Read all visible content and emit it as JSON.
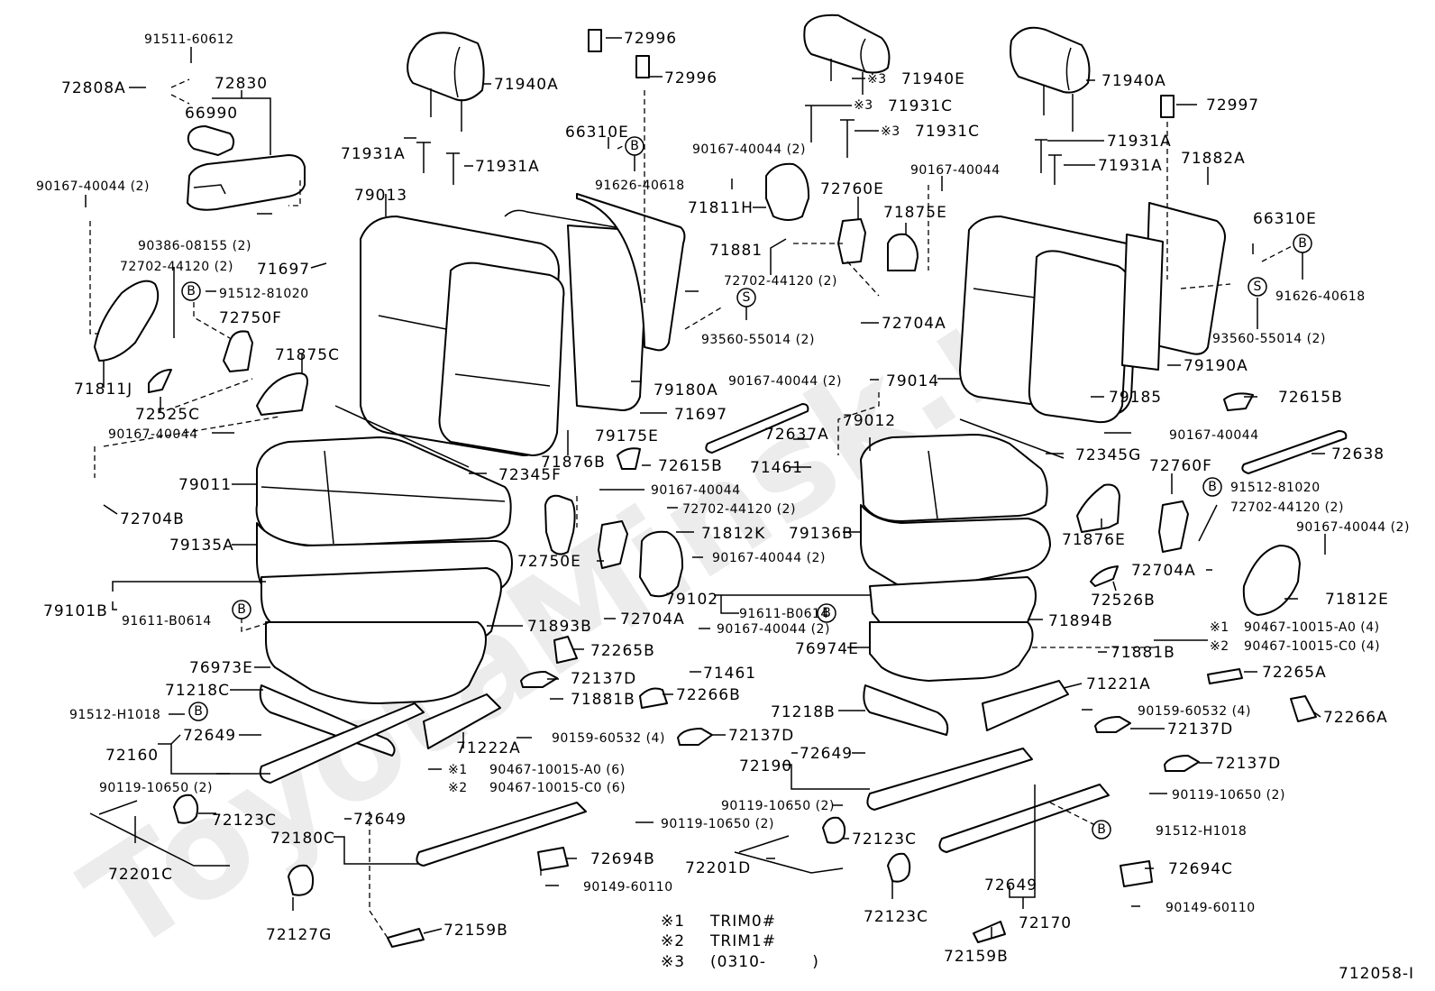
{
  "diagram": {
    "title": "Seat & Seat Track parts diagram",
    "watermark": "ToyotaMinsk.ru",
    "figure_id": "712058-I",
    "callout_symbols": {
      "B": "B",
      "S": "S"
    },
    "legend": [
      {
        "mark": "※1",
        "text": "TRIM0#"
      },
      {
        "mark": "※2",
        "text": "TRIM1#"
      },
      {
        "mark": "※3",
        "text": "(0310-        )"
      }
    ],
    "labels": [
      {
        "id": "l1",
        "text": "91511-60612"
      },
      {
        "id": "l2",
        "text": "72808A"
      },
      {
        "id": "l3",
        "text": "72830"
      },
      {
        "id": "l4",
        "text": "66990"
      },
      {
        "id": "l5",
        "text": "90167-40044 (2)"
      },
      {
        "id": "l6",
        "text": "90386-08155 (2)"
      },
      {
        "id": "l7",
        "text": "72702-44120 (2)"
      },
      {
        "id": "l8",
        "text": "71697"
      },
      {
        "id": "l9",
        "text": "91512-81020"
      },
      {
        "id": "l10",
        "text": "72750F"
      },
      {
        "id": "l11",
        "text": "71875C"
      },
      {
        "id": "l12",
        "text": "71811J"
      },
      {
        "id": "l13",
        "text": "72525C"
      },
      {
        "id": "l14",
        "text": "90167-40044"
      },
      {
        "id": "l15",
        "text": "79011"
      },
      {
        "id": "l16",
        "text": "72704B"
      },
      {
        "id": "l17",
        "text": "79135A"
      },
      {
        "id": "l18",
        "text": "79101B"
      },
      {
        "id": "l19",
        "text": "91611-B0614"
      },
      {
        "id": "l20",
        "text": "76973E"
      },
      {
        "id": "l21",
        "text": "71218C"
      },
      {
        "id": "l22",
        "text": "91512-H1018"
      },
      {
        "id": "l23",
        "text": "72649"
      },
      {
        "id": "l24",
        "text": "72160"
      },
      {
        "id": "l25",
        "text": "90119-10650 (2)"
      },
      {
        "id": "l26",
        "text": "72123C"
      },
      {
        "id": "l27",
        "text": "72201C"
      },
      {
        "id": "l28",
        "text": "72649"
      },
      {
        "id": "l29",
        "text": "72180C"
      },
      {
        "id": "l30",
        "text": "72127G"
      },
      {
        "id": "l31",
        "text": "72159B"
      },
      {
        "id": "l32",
        "text": "71940A"
      },
      {
        "id": "l33",
        "text": "72996"
      },
      {
        "id": "l34",
        "text": "72996"
      },
      {
        "id": "l35",
        "text": "71931A"
      },
      {
        "id": "l36",
        "text": "71931A"
      },
      {
        "id": "l37",
        "text": "79013"
      },
      {
        "id": "l38",
        "text": "66310E"
      },
      {
        "id": "l39",
        "text": "91626-40618"
      },
      {
        "id": "l40",
        "text": "71881"
      },
      {
        "id": "l41",
        "text": "79180A"
      },
      {
        "id": "l42",
        "text": "71697"
      },
      {
        "id": "l43",
        "text": "79175E"
      },
      {
        "id": "l44",
        "text": "71876B"
      },
      {
        "id": "l45",
        "text": "72615B"
      },
      {
        "id": "l46",
        "text": "72345F"
      },
      {
        "id": "l47",
        "text": "90167-40044"
      },
      {
        "id": "l48",
        "text": "72702-44120 (2)"
      },
      {
        "id": "l49",
        "text": "71812K"
      },
      {
        "id": "l50",
        "text": "90167-40044 (2)"
      },
      {
        "id": "l51",
        "text": "72750E"
      },
      {
        "id": "l52",
        "text": "79102"
      },
      {
        "id": "l53",
        "text": "91611-B0614"
      },
      {
        "id": "l54",
        "text": "71893B"
      },
      {
        "id": "l55",
        "text": "72704A"
      },
      {
        "id": "l56",
        "text": "90167-40044 (2)"
      },
      {
        "id": "l57",
        "text": "72265B"
      },
      {
        "id": "l58",
        "text": "71461"
      },
      {
        "id": "l59",
        "text": "72137D"
      },
      {
        "id": "l60",
        "text": "71881B"
      },
      {
        "id": "l61",
        "text": "72266B"
      },
      {
        "id": "l62",
        "text": "90159-60532 (4)"
      },
      {
        "id": "l63",
        "text": "71222A"
      },
      {
        "id": "l64",
        "text": "90467-10015-A0 (6)"
      },
      {
        "id": "l65",
        "text": "90467-10015-C0 (6)"
      },
      {
        "id": "l66",
        "text": "72137D"
      },
      {
        "id": "l67",
        "text": "90119-10650 (2)"
      },
      {
        "id": "l68",
        "text": "72694B"
      },
      {
        "id": "l69",
        "text": "90149-60110"
      },
      {
        "id": "l70",
        "text": "71940E"
      },
      {
        "id": "l71",
        "text": "71931C"
      },
      {
        "id": "l72",
        "text": "71931C"
      },
      {
        "id": "l73",
        "text": "90167-40044 (2)"
      },
      {
        "id": "l74",
        "text": "71811H"
      },
      {
        "id": "l75",
        "text": "90167-40044"
      },
      {
        "id": "l76",
        "text": "72760E"
      },
      {
        "id": "l77",
        "text": "71875E"
      },
      {
        "id": "l78",
        "text": "72702-44120 (2)"
      },
      {
        "id": "l79",
        "text": "93560-55014 (2)"
      },
      {
        "id": "l80",
        "text": "72704A"
      },
      {
        "id": "l81",
        "text": "90167-40044 (2)"
      },
      {
        "id": "l82",
        "text": "79014"
      },
      {
        "id": "l83",
        "text": "72637A"
      },
      {
        "id": "l84",
        "text": "79012"
      },
      {
        "id": "l85",
        "text": "71461"
      },
      {
        "id": "l86",
        "text": "79136B"
      },
      {
        "id": "l87",
        "text": "76974E"
      },
      {
        "id": "l88",
        "text": "71218B"
      },
      {
        "id": "l89",
        "text": "72190"
      },
      {
        "id": "l90",
        "text": "72649"
      },
      {
        "id": "l91",
        "text": "90119-10650 (2)"
      },
      {
        "id": "l92",
        "text": "72123C"
      },
      {
        "id": "l93",
        "text": "72201D"
      },
      {
        "id": "l94",
        "text": "72123C"
      },
      {
        "id": "l95",
        "text": "71940A"
      },
      {
        "id": "l96",
        "text": "72997"
      },
      {
        "id": "l97",
        "text": "71931A"
      },
      {
        "id": "l98",
        "text": "71931A"
      },
      {
        "id": "l99",
        "text": "71882A"
      },
      {
        "id": "l100",
        "text": "66310E"
      },
      {
        "id": "l101",
        "text": "91626-40618"
      },
      {
        "id": "l102",
        "text": "93560-55014 (2)"
      },
      {
        "id": "l103",
        "text": "79190A"
      },
      {
        "id": "l104",
        "text": "79185"
      },
      {
        "id": "l105",
        "text": "72615B"
      },
      {
        "id": "l106",
        "text": "90167-40044"
      },
      {
        "id": "l107",
        "text": "72345G"
      },
      {
        "id": "l108",
        "text": "72638"
      },
      {
        "id": "l109",
        "text": "72760F"
      },
      {
        "id": "l110",
        "text": "91512-81020"
      },
      {
        "id": "l111",
        "text": "72702-44120 (2)"
      },
      {
        "id": "l112",
        "text": "90167-40044 (2)"
      },
      {
        "id": "l113",
        "text": "71876E"
      },
      {
        "id": "l114",
        "text": "72704A"
      },
      {
        "id": "l115",
        "text": "72526B"
      },
      {
        "id": "l116",
        "text": "71812E"
      },
      {
        "id": "l117",
        "text": "71894B"
      },
      {
        "id": "l118",
        "text": "90467-10015-A0 (4)"
      },
      {
        "id": "l119",
        "text": "90467-10015-C0 (4)"
      },
      {
        "id": "l120",
        "text": "71881B"
      },
      {
        "id": "l121",
        "text": "71221A"
      },
      {
        "id": "l122",
        "text": "72265A"
      },
      {
        "id": "l123",
        "text": "90159-60532 (4)"
      },
      {
        "id": "l124",
        "text": "72266A"
      },
      {
        "id": "l125",
        "text": "72137D"
      },
      {
        "id": "l126",
        "text": "72137D"
      },
      {
        "id": "l127",
        "text": "90119-10650 (2)"
      },
      {
        "id": "l128",
        "text": "91512-H1018"
      },
      {
        "id": "l129",
        "text": "72694C"
      },
      {
        "id": "l130",
        "text": "90149-60110"
      },
      {
        "id": "l131",
        "text": "72649"
      },
      {
        "id": "l132",
        "text": "72170"
      },
      {
        "id": "l133",
        "text": "72159B"
      }
    ],
    "marks": {
      "m1": "※3",
      "m2": "※3",
      "m3": "※3",
      "m4": "※1",
      "m5": "※2",
      "m6": "※1",
      "m7": "※2"
    }
  }
}
